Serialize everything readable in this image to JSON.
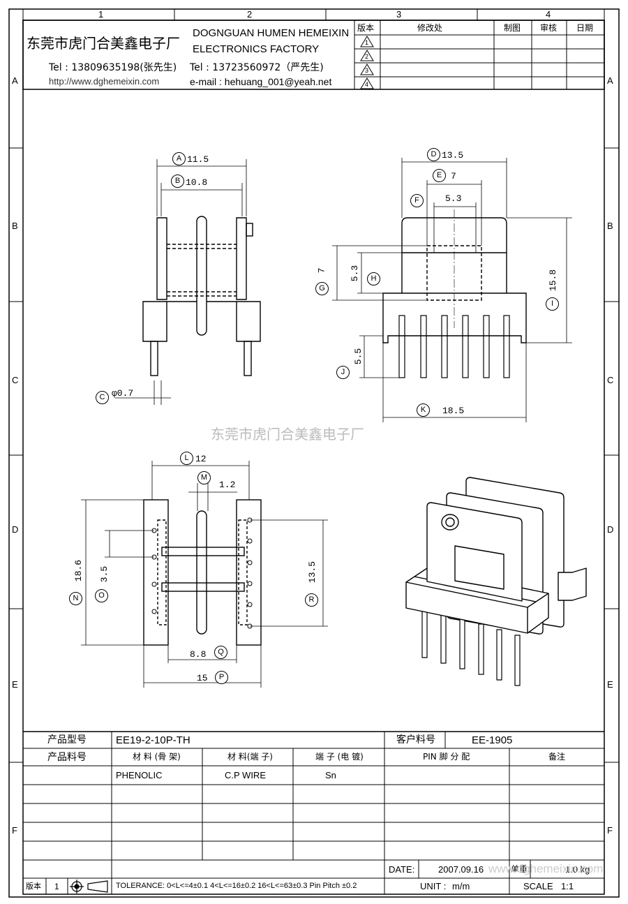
{
  "border": {
    "columns": [
      "1",
      "2",
      "3",
      "4"
    ],
    "rows": [
      "A",
      "B",
      "C",
      "D",
      "E",
      "F"
    ]
  },
  "header": {
    "company_cn": "东莞市虎门合美鑫电子厂",
    "company_en_line1": "DOGNGUAN HUMEN HEMEIXIN",
    "company_en_line2": "ELECTRONICS FACTORY",
    "tel1": "Tel : 13809635198(张先生)",
    "tel2": "Tel : 13723560972（严先生)",
    "website": "http://www.dghemeixin.com",
    "email": "e-mail : hehuang_001@yeah.net"
  },
  "revision_table": {
    "headers": [
      "版本",
      "修改处",
      "制图",
      "审核",
      "日期"
    ],
    "rows": [
      "1",
      "2",
      "3",
      "4"
    ]
  },
  "watermark": "东莞市虎门合美鑫电子厂",
  "dims": {
    "A": {
      "letter": "A",
      "value": "11.5"
    },
    "B": {
      "letter": "B",
      "value": "10.8"
    },
    "C": {
      "letter": "C",
      "value": "φ0.7"
    },
    "D": {
      "letter": "D",
      "value": "13.5"
    },
    "E": {
      "letter": "E",
      "value": "7"
    },
    "F": {
      "letter": "F",
      "value": "5.3"
    },
    "G": {
      "letter": "G",
      "value": "7"
    },
    "H": {
      "letter": "H",
      "value": "5.3"
    },
    "I": {
      "letter": "I",
      "value": "15.8"
    },
    "J": {
      "letter": "J",
      "value": "5.5"
    },
    "K": {
      "letter": "K",
      "value": "18.5"
    },
    "L": {
      "letter": "L",
      "value": "12"
    },
    "M": {
      "letter": "M",
      "value": "1.2"
    },
    "N": {
      "letter": "N",
      "value": "18.6"
    },
    "O": {
      "letter": "O",
      "value": "3.5"
    },
    "P": {
      "letter": "P",
      "value": "15"
    },
    "Q": {
      "letter": "Q",
      "value": "8.8"
    },
    "R": {
      "letter": "R",
      "value": "13.5"
    }
  },
  "title_block": {
    "product_model_label": "产品型号",
    "product_model": "EE19-2-10P-TH",
    "customer_part_label": "客户料号",
    "customer_part": "EE-1905",
    "product_part_label": "产品料号",
    "material_frame_label": "材 料 (骨 架)",
    "material_pin_label": "材 料(端 子)",
    "plating_label": "端 子 (电 镀)",
    "pin_assign_label": "PIN 脚 分 配",
    "remarks_label": "备注",
    "material_frame": "PHENOLIC",
    "material_pin": "C.P WIRE",
    "plating": "Sn",
    "date_label": "DATE:",
    "date": "2007.09.16",
    "weight_label": "单重:",
    "weight": "1.0 kg",
    "version_label": "版本",
    "version": "1",
    "tolerance": "TOLERANCE:  0<L<=4±0.1  4<L<=16±0.2  16<L<=63±0.3  Pin Pitch  ±0.2",
    "unit_label": "UNIT :",
    "unit": "m/m",
    "scale_label": "SCALE",
    "scale": "1:1",
    "watermark_url": "www.dghemeixin.com"
  }
}
